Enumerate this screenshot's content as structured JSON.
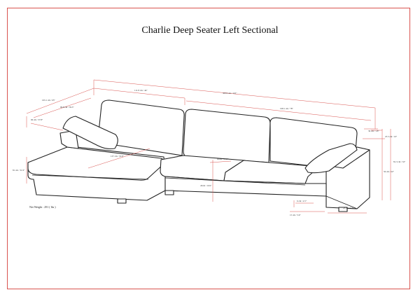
{
  "title": "Charlie Deep Seater Left Sectional",
  "net_weight": "Net Weight : 291 ( lbs )",
  "colors": {
    "border": "#d9534f",
    "dimension": "#d9534f",
    "outline": "#222222"
  },
  "dimensions": {
    "overall_length": "309.9 cm / 122\"",
    "left_section_length": "111.8 cm / 44\"",
    "right_seat_length": "198.1 cm / 78\"",
    "overall_depth": "165.1 cm / 65\"",
    "chaise_depth": "99.8 cm / 39.3\"",
    "back_depth": "96 cm / 37.8\"",
    "chaise_length": "137 cm / 53.9\"",
    "seat_depth": "63cm / 24.8\"",
    "seat_height_front": "43cm / 16.9\"",
    "overall_height": "81 cm / 31.9\"",
    "arm_height": "56 cm / 22\"",
    "arm_top": "36 cm / 1.8\"",
    "back_cushion_height": "25.5 cm / 10\"",
    "right_height": "81.3 cm / 32\"",
    "leg_height": "6 cm / 2.5\"",
    "arm_width": "15 cm / 5.9\"",
    "arm_depth": "23 cm / 5.9\""
  }
}
